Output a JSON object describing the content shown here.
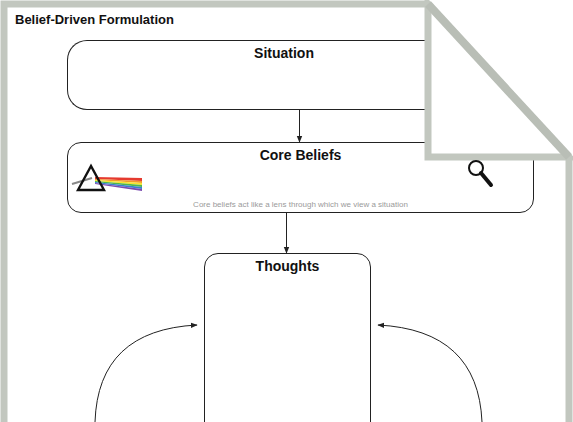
{
  "diagram": {
    "title": "Belief-Driven Formulation",
    "nodes": [
      {
        "text": [
          "Situation"
        ]
      },
      {
        "text": [
          "Core Beliefs",
          "Core beliefs act like a lens through which we view a situation"
        ]
      },
      {
        "text": [
          "Thoughts"
        ]
      }
    ],
    "edges": [
      {
        "from": 0,
        "to": 1,
        "arrow": "to"
      },
      {
        "from": 1,
        "to": 2,
        "arrow": "to"
      }
    ]
  }
}
